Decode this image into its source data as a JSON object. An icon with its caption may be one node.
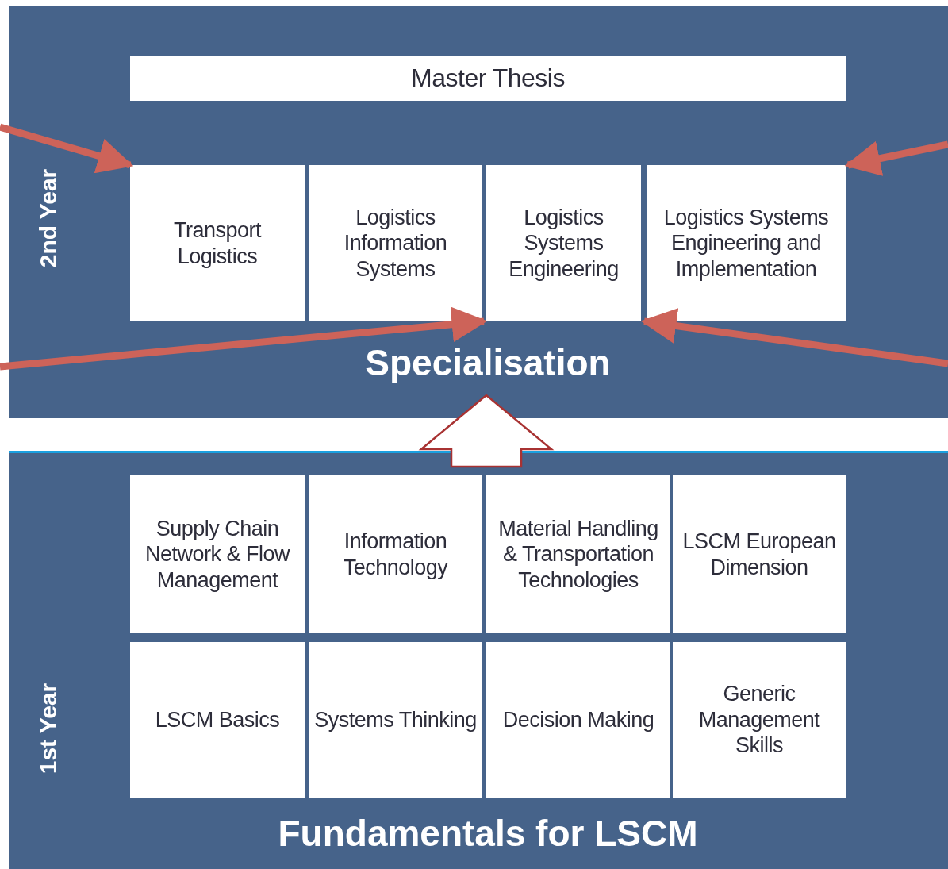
{
  "diagram": {
    "nodes": [
      {
        "text": [
          "2nd Year",
          "Specialisation"
        ]
      },
      {
        "text": [
          "Master Thesis"
        ],
        "in": 0
      },
      {
        "text": [
          "Transport Logistics"
        ],
        "in": 0
      },
      {
        "text": [
          "Logistics Information Systems"
        ],
        "in": 0
      },
      {
        "text": [
          "Logistics Systems Engineering"
        ],
        "in": 0
      },
      {
        "text": [
          "Logistics Systems Engineering and Implementation"
        ],
        "in": 0
      },
      {
        "text": [
          "1st Year",
          "Fundamentals for LSCM"
        ]
      },
      {
        "text": [
          "Supply Chain Network & Flow Management"
        ],
        "in": 6
      },
      {
        "text": [
          "Information Technology"
        ],
        "in": 6
      },
      {
        "text": [
          "Material Handling & Transportation Technologies"
        ],
        "in": 6
      },
      {
        "text": [
          "LSCM European Dimension"
        ],
        "in": 6
      },
      {
        "text": [
          "LSCM Basics"
        ],
        "in": 6
      },
      {
        "text": [
          "Systems Thinking"
        ],
        "in": 6
      },
      {
        "text": [
          "Decision Making"
        ],
        "in": 6
      },
      {
        "text": [
          "Generic Management Skills"
        ],
        "in": 6
      }
    ],
    "edges": [
      {
        "from": null,
        "to": 2,
        "arrow": "to"
      },
      {
        "from": null,
        "to": 3,
        "arrow": "to"
      },
      {
        "from": null,
        "to": 5,
        "arrow": "to"
      },
      {
        "from": null,
        "to": 4,
        "arrow": "to"
      },
      {
        "from": 6,
        "to": 0,
        "arrow": "to",
        "style": "thick",
        "color": "#a83232"
      }
    ]
  }
}
